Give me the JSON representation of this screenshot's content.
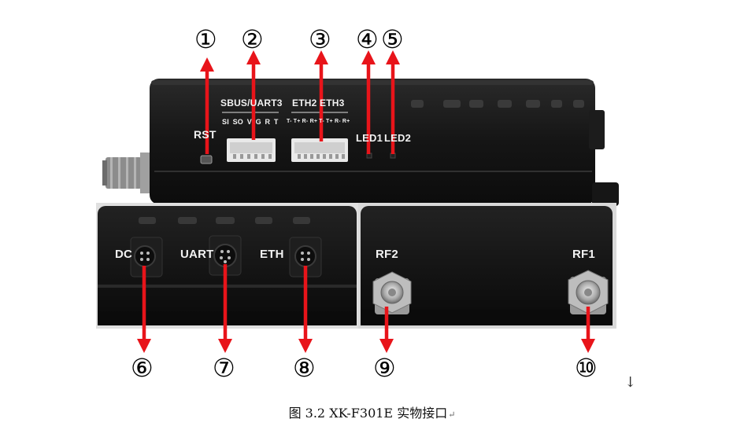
{
  "callouts": [
    "①",
    "②",
    "③",
    "④",
    "⑤",
    "⑥",
    "⑦",
    "⑧",
    "⑨",
    "⑩"
  ],
  "device_labels": {
    "rst": "RST",
    "sbus_uart3": "SBUS/UART3",
    "sbus_pins": "SI SO V G R T",
    "eth23": "ETH2 ETH3",
    "eth_pins": "T- T+ R- R+ T- T+ R- R+",
    "led1": "LED1",
    "led2": "LED2",
    "dc": "DC",
    "uart": "UART",
    "eth": "ETH",
    "rf2": "RF2",
    "rf1": "RF1"
  },
  "caption": {
    "text": "图 3.2 XK-F301E 实物接口",
    "return_mark": "↵",
    "cursor_mark": "↓"
  },
  "colors": {
    "arrow": "#e8141a",
    "case": "#141414",
    "label": "#f2f2f2"
  }
}
